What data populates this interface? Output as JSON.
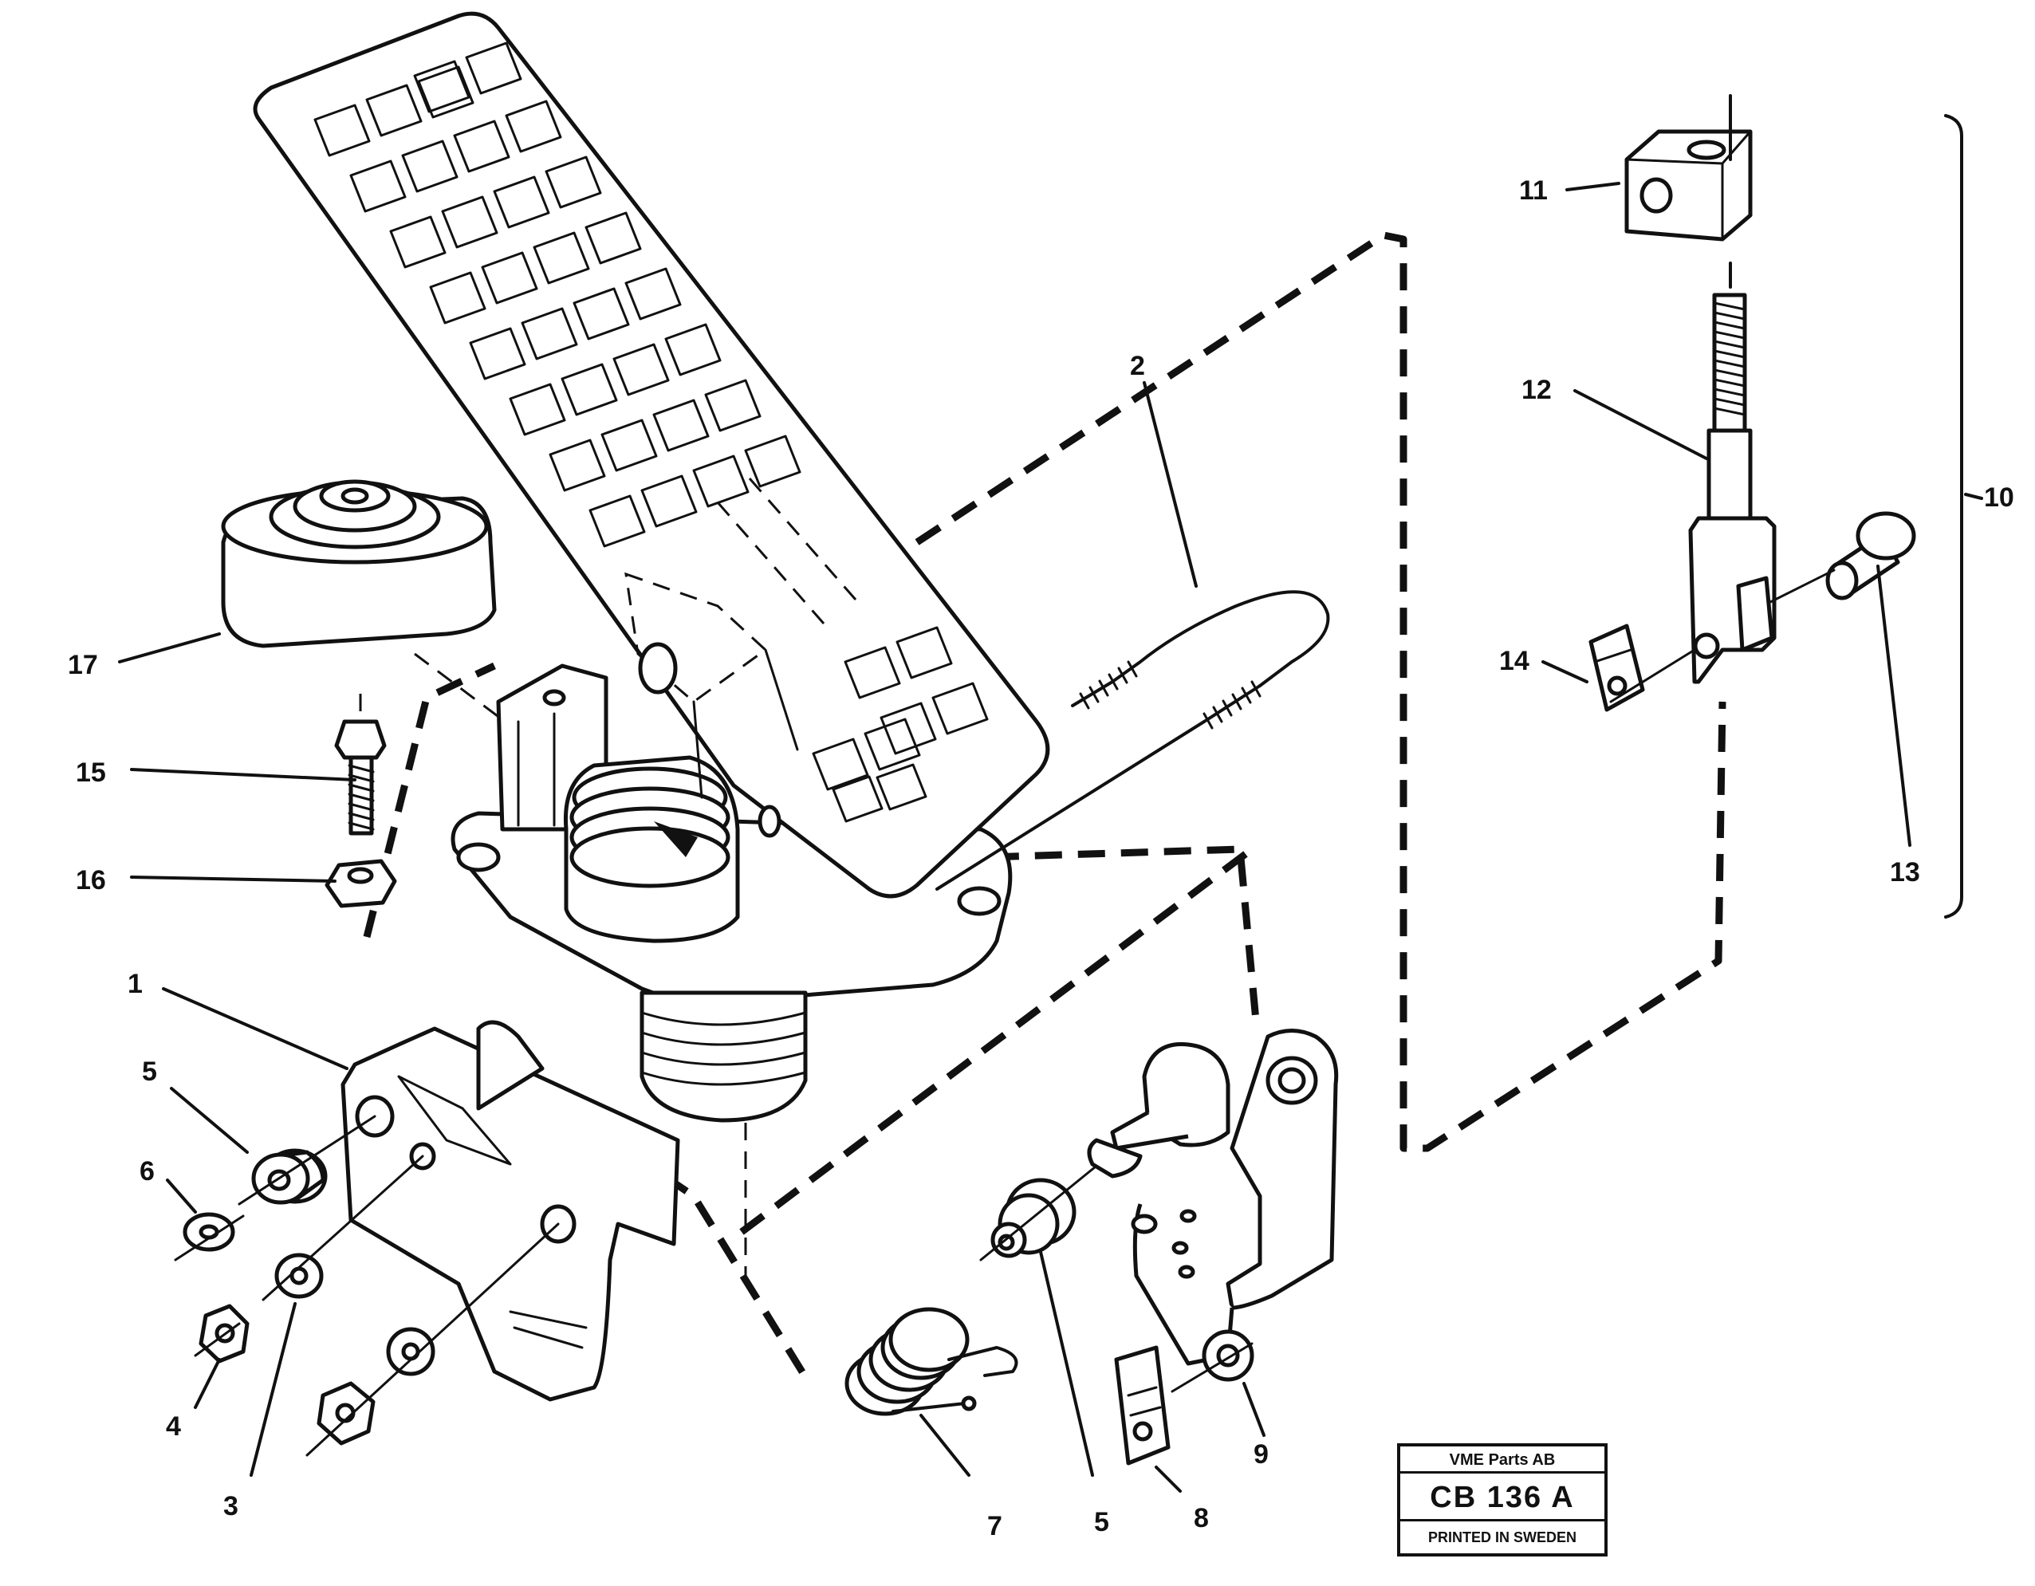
{
  "diagram": {
    "callouts": [
      {
        "id": "17",
        "label": "17"
      },
      {
        "id": "15",
        "label": "15"
      },
      {
        "id": "16",
        "label": "16"
      },
      {
        "id": "1",
        "label": "1"
      },
      {
        "id": "5a",
        "label": "5"
      },
      {
        "id": "6",
        "label": "6"
      },
      {
        "id": "4",
        "label": "4"
      },
      {
        "id": "3",
        "label": "3"
      },
      {
        "id": "2",
        "label": "2"
      },
      {
        "id": "7",
        "label": "7"
      },
      {
        "id": "5b",
        "label": "5"
      },
      {
        "id": "8",
        "label": "8"
      },
      {
        "id": "9",
        "label": "9"
      },
      {
        "id": "11",
        "label": "11"
      },
      {
        "id": "12",
        "label": "12"
      },
      {
        "id": "10",
        "label": "10"
      },
      {
        "id": "14",
        "label": "14"
      },
      {
        "id": "13",
        "label": "13"
      }
    ]
  },
  "stamp": {
    "company": "VME Parts AB",
    "code": "CB 136 A",
    "printed": "PRINTED IN SWEDEN"
  }
}
